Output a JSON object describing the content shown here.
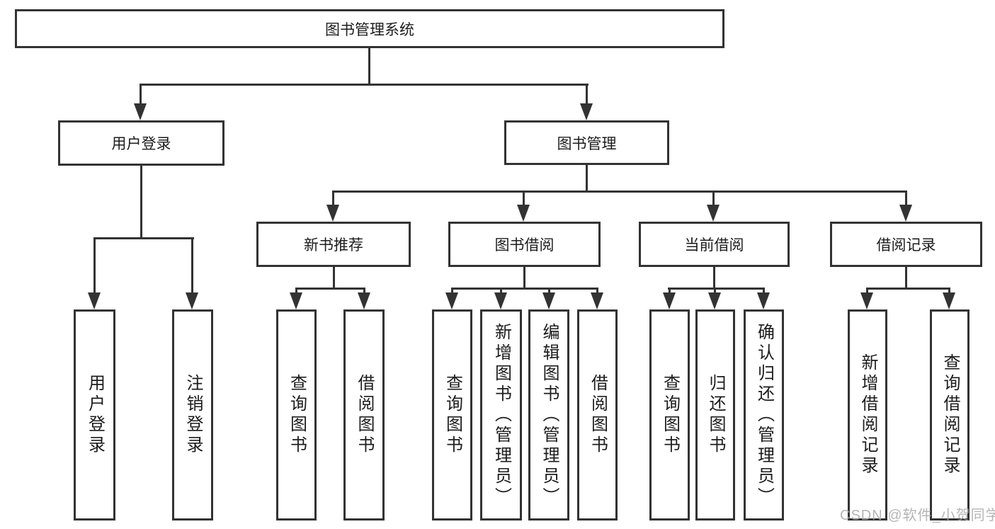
{
  "tree": {
    "root": {
      "label": "图书管理系统",
      "children": [
        {
          "label": "用户登录",
          "children": [
            {
              "label": "用户登录"
            },
            {
              "label": "注销登录"
            }
          ]
        },
        {
          "label": "图书管理",
          "children": [
            {
              "label": "新书推荐",
              "children": [
                {
                  "label": "查询图书"
                },
                {
                  "label": "借阅图书"
                }
              ]
            },
            {
              "label": "图书借阅",
              "children": [
                {
                  "label": "查询图书"
                },
                {
                  "label": "新增图书（管理员）"
                },
                {
                  "label": "编辑图书（管理员）"
                },
                {
                  "label": "借阅图书"
                }
              ]
            },
            {
              "label": "当前借阅",
              "children": [
                {
                  "label": "查询图书"
                },
                {
                  "label": "归还图书"
                },
                {
                  "label": "确认归还（管理员）"
                }
              ]
            },
            {
              "label": "借阅记录",
              "children": [
                {
                  "label": "新增借阅记录"
                },
                {
                  "label": "查询借阅记录"
                }
              ]
            }
          ]
        }
      ]
    }
  },
  "watermark": "CSDN @软件_小贺同学",
  "colors": {
    "line": "#333333",
    "text": "#1c1c1c",
    "background": "#ffffff",
    "watermark": "#a8a8a8"
  }
}
